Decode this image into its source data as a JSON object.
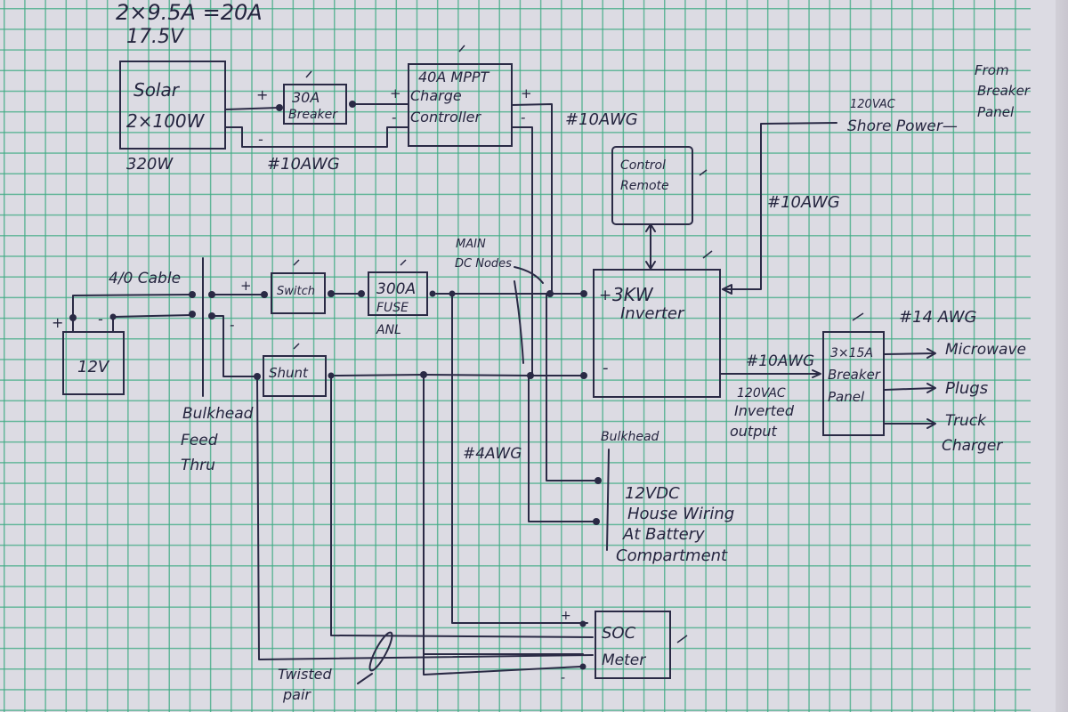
{
  "diagram": {
    "solar": {
      "current_note": "2×9.5A =20A",
      "voltage_note": "17.5V",
      "label_line1": "Solar",
      "label_line2": "2×100W",
      "rating": "320W",
      "plus": "+",
      "minus": "-"
    },
    "breaker_30a": {
      "line1": "30A",
      "line2": "Breaker"
    },
    "solar_wire": "#10AWG",
    "charge_controller": {
      "line1": "40A MPPT",
      "line2": "Charge",
      "line3": "Controller",
      "in_plus": "+",
      "in_minus": "-",
      "out_plus": "+",
      "out_minus": "-"
    },
    "controller_wire": "#10AWG",
    "shore_power": {
      "line1": "120VAC",
      "line2": "Shore Power—",
      "source_line1": "From",
      "source_line2": "Breaker",
      "source_line3": "Panel",
      "wire": "#10AWG"
    },
    "control_remote": {
      "line1": "Control",
      "line2": "Remote"
    },
    "battery": {
      "label": "12V",
      "plus": "+",
      "minus": "-",
      "cable": "4/0 Cable"
    },
    "bulkhead_feed": {
      "line1": "Bulkhead",
      "line2": "Feed",
      "line3": "Thru"
    },
    "switch": {
      "label": "Switch",
      "plus": "+",
      "minus": "-"
    },
    "fuse": {
      "line1": "300A",
      "line2": "FUSE",
      "type": "ANL"
    },
    "shunt": {
      "label": "Shunt"
    },
    "main_nodes": {
      "line1": "MAIN",
      "line2": "DC Nodes"
    },
    "inverter": {
      "plus": "+",
      "label_line1": "3KW",
      "label_line2": "Inverter",
      "minus": "-"
    },
    "dc_wire": "#4AWG",
    "house_wiring": {
      "bulkhead": "Bulkhead",
      "line1": "12VDC",
      "line2": "House Wiring",
      "line3": "At Battery",
      "line4": "Compartment"
    },
    "ac_output": {
      "wire": "#10AWG",
      "line1": "120VAC",
      "line2": "Inverted",
      "line3": "output"
    },
    "breaker_panel": {
      "line1": "3×15A",
      "line2": "Breaker",
      "line3": "Panel"
    },
    "branch_wire": "#14 AWG",
    "loads": [
      {
        "label": "Microwave"
      },
      {
        "label": "Plugs"
      },
      {
        "label": "Truck",
        "label2": "Charger"
      }
    ],
    "soc_meter": {
      "line1": "SOC",
      "line2": "Meter",
      "plus": "+",
      "minus": "-"
    },
    "twisted_pair": {
      "line1": "Twisted",
      "line2": "pair"
    },
    "ink_color": "#2a2a45",
    "grid_color": "#3caa82",
    "paper_color": "#dcdbe3"
  }
}
